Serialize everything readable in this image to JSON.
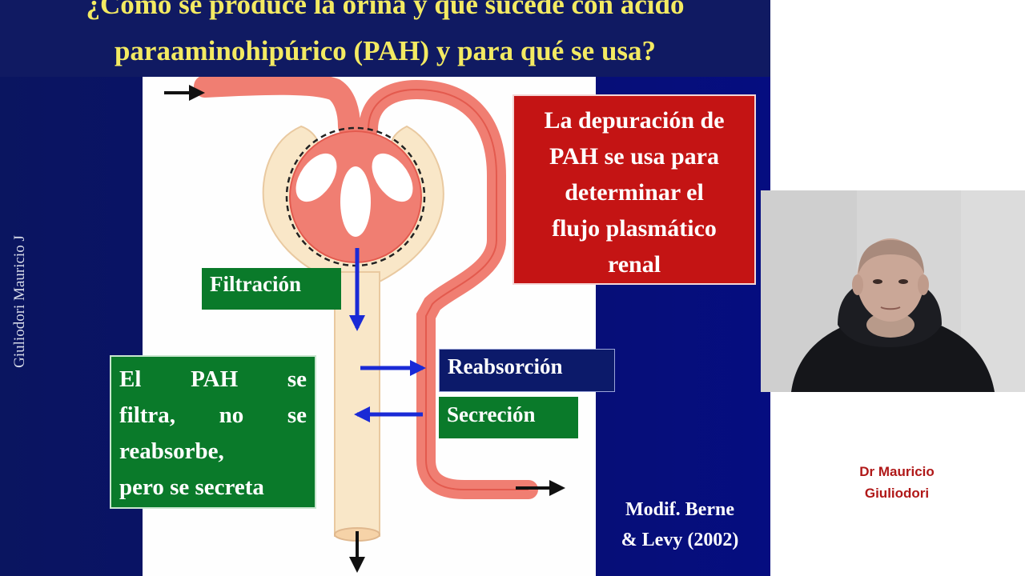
{
  "slide": {
    "title_line1": "¿Cómo se produce la orina y qué sucede con ácido",
    "title_line2": "paraaminohipúrico (PAH) y para qué se usa?",
    "side_author": "Giuliodori Mauricio J",
    "colors": {
      "slide_background": "#08106a",
      "title_text": "#f3ea62",
      "nephron": "#f07e72",
      "capsule": "#f9e7c8",
      "arrow_blue": "#1a2ad6",
      "green_box": "#0a7a2a",
      "red_box": "#c41414"
    }
  },
  "diagram": {
    "labels": {
      "filtration": "Filtración",
      "reabsorption": "Reabsorción",
      "secretion": "Secreción"
    },
    "red_box_lines": [
      "La depuración de",
      "PAH se usa para",
      "determinar el",
      "flujo plasmático",
      "renal"
    ],
    "pah_box": {
      "line1_words": [
        "El",
        "PAH",
        "se"
      ],
      "line2_words": [
        "filtra,",
        "no",
        "se"
      ],
      "line3": "reabsorbe,",
      "line4": "pero se secreta"
    },
    "credit_line1": "Modif. Berne",
    "credit_line2": "& Levy (2002)"
  },
  "webcam": {
    "presenter_line1": "Dr Mauricio",
    "presenter_line2": "Giuliodori"
  }
}
